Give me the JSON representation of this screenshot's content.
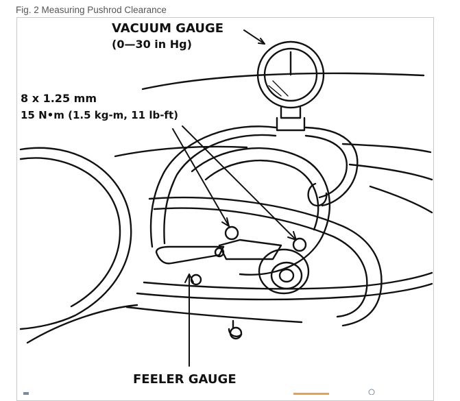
{
  "figure": {
    "caption": "Fig. 2 Measuring Pushrod Clearance"
  },
  "labels": {
    "vacuum_gauge": "VACUUM GAUGE",
    "vacuum_range": "(0—30 in Hg)",
    "bolt_size": "8 x 1.25 mm",
    "torque": "15 N•m (1.5 kg-m, 11 lb-ft)",
    "feeler_gauge": "FEELER GAUGE"
  },
  "colors": {
    "line": "#111111",
    "frame": "#c8c8c8",
    "caption": "#555555",
    "accent_bottom": "#f0a040"
  }
}
